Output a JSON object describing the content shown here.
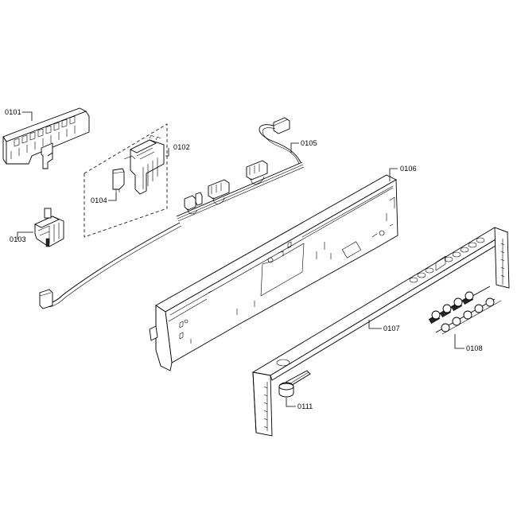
{
  "diagram": {
    "type": "exploded-parts-view",
    "background": "#ffffff",
    "line_color": "#000000",
    "parts": [
      {
        "id": "0101",
        "label": "0101",
        "description": "control module housing"
      },
      {
        "id": "0102",
        "label": "0102",
        "description": "switch assembly (dashed group)"
      },
      {
        "id": "0103",
        "label": "0103",
        "description": "switch"
      },
      {
        "id": "0104",
        "label": "0104",
        "description": "small clip / connector"
      },
      {
        "id": "0105",
        "label": "0105",
        "description": "wiring harness"
      },
      {
        "id": "0106",
        "label": "0106",
        "description": "control panel frame"
      },
      {
        "id": "0107",
        "label": "0107",
        "description": "front fascia panel"
      },
      {
        "id": "0108",
        "label": "0108",
        "description": "push button keypad"
      },
      {
        "id": "0111",
        "label": "0111",
        "description": "knob / handle"
      }
    ]
  }
}
